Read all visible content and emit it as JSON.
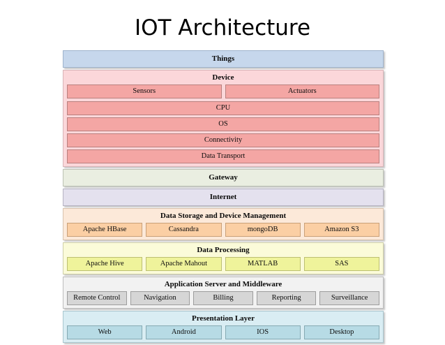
{
  "title": "IOT Architecture",
  "layers": [
    {
      "id": "things",
      "name": "Things",
      "kind": "simple",
      "fill": "#c6d7ec",
      "items": []
    },
    {
      "id": "device",
      "name": "Device",
      "kind": "stacked",
      "fill": "#fbd7da",
      "item_fill": "#f4a6a4",
      "pair": [
        "Sensors",
        "Actuators"
      ],
      "items": [
        "CPU",
        "OS",
        "Connectivity",
        "Data Transport"
      ]
    },
    {
      "id": "gateway",
      "name": "Gateway",
      "kind": "simple",
      "fill": "#eaeee1",
      "items": []
    },
    {
      "id": "internet",
      "name": "Internet",
      "kind": "simple",
      "fill": "#e4e1ee",
      "items": []
    },
    {
      "id": "storage",
      "name": "Data Storage and Device Management",
      "kind": "row",
      "fill": "#fce9d9",
      "item_fill": "#fbcfa4",
      "items": [
        "Apache HBase",
        "Cassandra",
        "mongoDB",
        "Amazon S3"
      ]
    },
    {
      "id": "processing",
      "name": "Data Processing",
      "kind": "row",
      "fill": "#fbfbd9",
      "item_fill": "#eff39b",
      "items": [
        "Apache Hive",
        "Apache Mahout",
        "MATLAB",
        "SAS"
      ]
    },
    {
      "id": "appserver",
      "name": "Application Server and Middleware",
      "kind": "row",
      "fill": "#f2f2f2",
      "item_fill": "#d6d6d6",
      "items": [
        "Remote Control",
        "Navigation",
        "Billing",
        "Reporting",
        "Surveillance"
      ]
    },
    {
      "id": "presentation",
      "name": "Presentation Layer",
      "kind": "row",
      "fill": "#d9edf3",
      "item_fill": "#b7dbe5",
      "items": [
        "Web",
        "Android",
        "IOS",
        "Desktop"
      ]
    }
  ]
}
